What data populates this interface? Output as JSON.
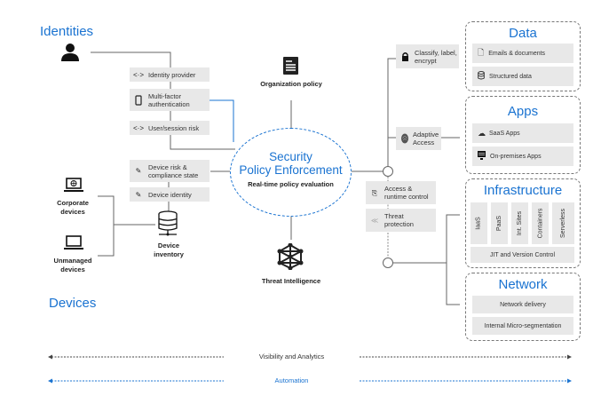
{
  "identities": {
    "title": "Identities",
    "user_icon": "person-icon",
    "items": [
      {
        "icon": "code-arrows-icon",
        "label": "Identity provider"
      },
      {
        "icon": "phone-icon",
        "label": "Multi-factor authentication"
      },
      {
        "icon": "code-arrows-icon",
        "label": "User/session risk"
      }
    ]
  },
  "devices": {
    "title": "Devices",
    "corporate": "Corporate devices",
    "unmanaged": "Unmanaged devices",
    "inventory": "Device inventory",
    "items": [
      {
        "icon": "pencil-icon",
        "label": "Device risk & compliance state"
      },
      {
        "icon": "pencil-icon",
        "label": "Device identity"
      }
    ]
  },
  "center": {
    "org_policy": "Organization policy",
    "title_line1": "Security",
    "title_line2": "Policy Enforcement",
    "subtitle": "Real-time policy evaluation",
    "threat_intel": "Threat Intelligence"
  },
  "controls": {
    "classify": "Classify, label, encrypt",
    "adaptive": "Adaptive Access",
    "access_runtime": "Access & runtime control",
    "threat_protection": "Threat protection"
  },
  "data_group": {
    "title": "Data",
    "items": [
      "Emails & documents",
      "Structured data"
    ]
  },
  "apps_group": {
    "title": "Apps",
    "items": [
      "SaaS Apps",
      "On-premises Apps"
    ]
  },
  "infra_group": {
    "title": "Infrastructure",
    "columns": [
      "IaaS",
      "PaaS",
      "Int. Sites",
      "Containers",
      "Serverless"
    ],
    "footer": "JIT and Version Control"
  },
  "network_group": {
    "title": "Network",
    "items": [
      "Network delivery",
      "Internal Micro-segmentation"
    ]
  },
  "bottom": {
    "visibility": "Visibility and Analytics",
    "automation": "Automation"
  },
  "colors": {
    "accent_blue": "#1a73d1",
    "box_gray": "#e8e8e8",
    "line_gray": "#666666"
  }
}
